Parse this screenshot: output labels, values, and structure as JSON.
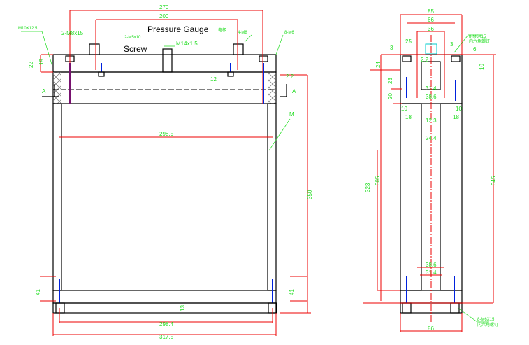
{
  "title": "Pressure vessel assembly drawing",
  "colors": {
    "dimension_text": "#22dd22",
    "dimension_line": "#e00000",
    "outline": "#000000",
    "bolt": "#0022dd",
    "bolt_head": "#ffff00"
  },
  "callouts": {
    "pressure_gauge": "Pressure Gauge",
    "screw": "Screw"
  },
  "front_view": {
    "dims": {
      "w270": "270",
      "w200": "200",
      "inner_w": "298.5",
      "bolt_span": "298.4",
      "overall_w": "317.5",
      "height": "350",
      "top_thk": "22",
      "top_19": "19",
      "d12": "12",
      "d2_2": "2.2",
      "bottom_41_left": "41",
      "bottom_41_right": "41",
      "bottom_13": "13"
    },
    "notes": {
      "m8": "2-M8x15",
      "m5": "2-M5x10",
      "m14": "M14x1.5",
      "electrode": "电极",
      "m8b": "4-M8",
      "left_note": "M10X12.5",
      "right_note": "8-M6",
      "section_left": "A",
      "section_right": "A",
      "material": "M"
    }
  },
  "side_view": {
    "dims": {
      "w85": "85",
      "w66": "66",
      "w36": "36",
      "w25": "25",
      "d3a": "3",
      "d3b": "3",
      "d6": "6",
      "h24": "24",
      "h10": "10",
      "d2_2": "2.2",
      "h23": "23",
      "h20": "20",
      "d31_4": "31.4",
      "d38_6": "38.6",
      "d10a": "10",
      "d10b": "10",
      "d18a": "18",
      "d18b": "18",
      "d12_3": "12.3",
      "d24_4": "24.4",
      "h323": "323",
      "h305": "305",
      "h345": "345",
      "b38_6": "38.6",
      "b31_4": "31.4",
      "w86": "86"
    },
    "notes": {
      "top_note": "8-M6X15",
      "top_note2": "内六角螺钉",
      "bottom_note": "8-M6X15",
      "bottom_note2": "内六角螺钉"
    }
  }
}
